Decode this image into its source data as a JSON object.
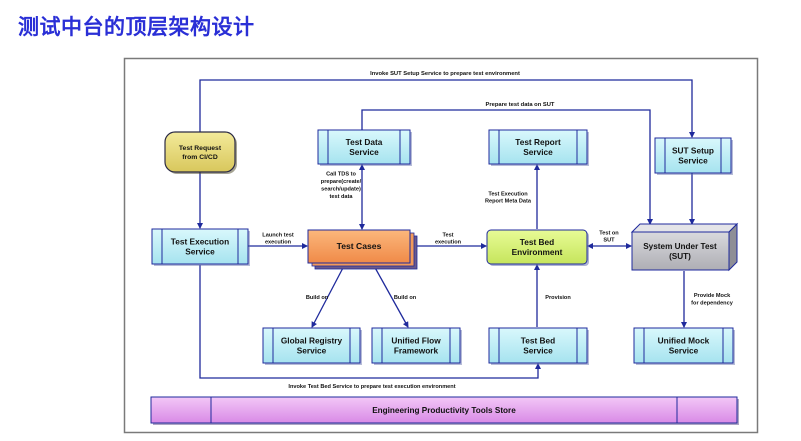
{
  "title": "测试中台的顶层架构设计",
  "colors": {
    "title": "#2a2fd6",
    "arrow": "#1f2a9c",
    "service_fill": "#bff0f7",
    "test_request_fill": "#e9dc7a",
    "test_cases_fill": "#f7a060",
    "test_bed_env_fill": "#d8f07a",
    "sut_fill": "#c4c4c8",
    "tools_store_fill": "#e7a6f0"
  },
  "nodes": {
    "test_request": [
      "Test Request",
      "from CI/CD"
    ],
    "test_data_service": [
      "Test Data",
      "Service"
    ],
    "test_report_service": [
      "Test Report",
      "Service"
    ],
    "sut_setup_service": [
      "SUT Setup",
      "Service"
    ],
    "test_execution_service": [
      "Test Execution",
      "Service"
    ],
    "test_cases": [
      "Test Cases"
    ],
    "test_bed_environment": [
      "Test Bed",
      "Environment"
    ],
    "sut": [
      "System Under Test",
      "(SUT)"
    ],
    "global_registry_service": [
      "Global Registry",
      "Service"
    ],
    "unified_flow_framework": [
      "Unified Flow",
      "Framework"
    ],
    "test_bed_service": [
      "Test Bed",
      "Service"
    ],
    "unified_mock_service": [
      "Unified Mock",
      "Service"
    ],
    "tools_store": [
      "Engineering Productivity Tools Store"
    ]
  },
  "edge_labels": {
    "invoke_sut_setup": [
      "Invoke SUT Setup Service to prepare test environment"
    ],
    "prepare_test_data": [
      "Prepare test data on SUT"
    ],
    "call_tds": [
      "Call TDS to",
      "prepare(create/",
      "search/update)",
      "test data"
    ],
    "launch_test": [
      "Launch test",
      "execution"
    ],
    "test_execution": [
      "Test",
      "execution"
    ],
    "report_meta": [
      "Test Execution",
      "Report Meta Data"
    ],
    "test_on_sut": [
      "Test on",
      "SUT"
    ],
    "build_on_left": [
      "Build on"
    ],
    "build_on_right": [
      "Build on"
    ],
    "provision": [
      "Provision"
    ],
    "provide_mock": [
      "Provide Mock",
      "for dependency"
    ],
    "invoke_test_bed": [
      "Invoke Test Bed Service to prepare test execution environment"
    ]
  }
}
